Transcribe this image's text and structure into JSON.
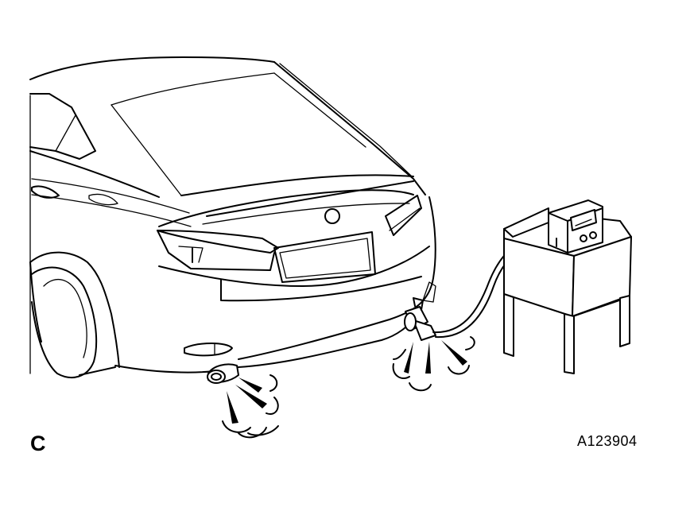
{
  "diagram": {
    "view_letter": "C",
    "figure_id": "A123904",
    "components": [
      {
        "id": "vehicle",
        "icon": "sedan-rear-icon"
      },
      {
        "id": "exhaust-tailpipe",
        "icon": "tailpipe-icon"
      },
      {
        "id": "probe-adapter",
        "icon": "probe-adapter-icon"
      },
      {
        "id": "sampling-hose",
        "icon": "hose-icon"
      },
      {
        "id": "analyzer",
        "icon": "gas-analyzer-icon"
      },
      {
        "id": "stand",
        "icon": "stand-icon"
      },
      {
        "id": "exhaust-gas",
        "icon": "exhaust-gas-icon"
      }
    ]
  }
}
